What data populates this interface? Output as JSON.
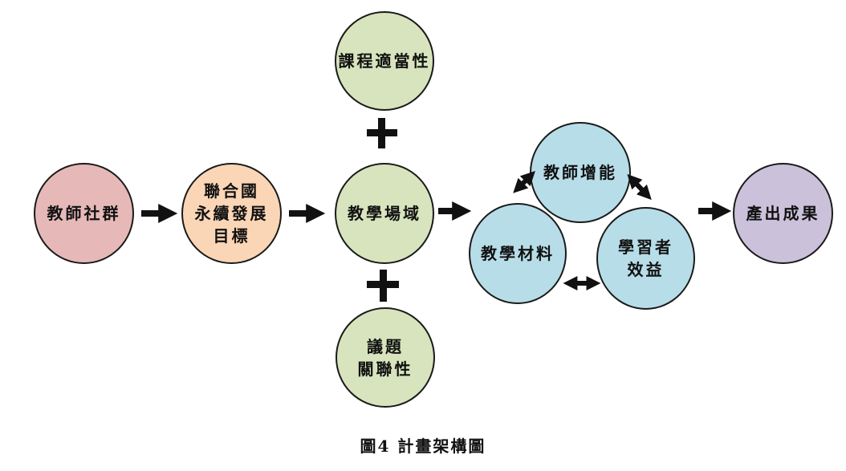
{
  "nodes": {
    "teacher_community": {
      "label": "教師社群",
      "color": "#e6b9b8"
    },
    "un_sdgs": {
      "label": "聯合國\n永續發展\n目標",
      "color": "#fad6b6"
    },
    "curriculum_fit": {
      "label": "課程適當性",
      "color": "#d7e4bd"
    },
    "teaching_field": {
      "label": "教學場域",
      "color": "#d7e4bd"
    },
    "issue_relevance": {
      "label": "議題\n關聯性",
      "color": "#d7e4bd"
    },
    "teacher_empowerment": {
      "label": "教師增能",
      "color": "#b7dde8"
    },
    "teaching_materials": {
      "label": "教學材料",
      "color": "#b7dde8"
    },
    "learner_benefit": {
      "label": "學習者\n效益",
      "color": "#b7dde8"
    },
    "outcomes": {
      "label": "產出成果",
      "color": "#ccc1da"
    }
  },
  "caption": "圖4 計畫架構圖"
}
